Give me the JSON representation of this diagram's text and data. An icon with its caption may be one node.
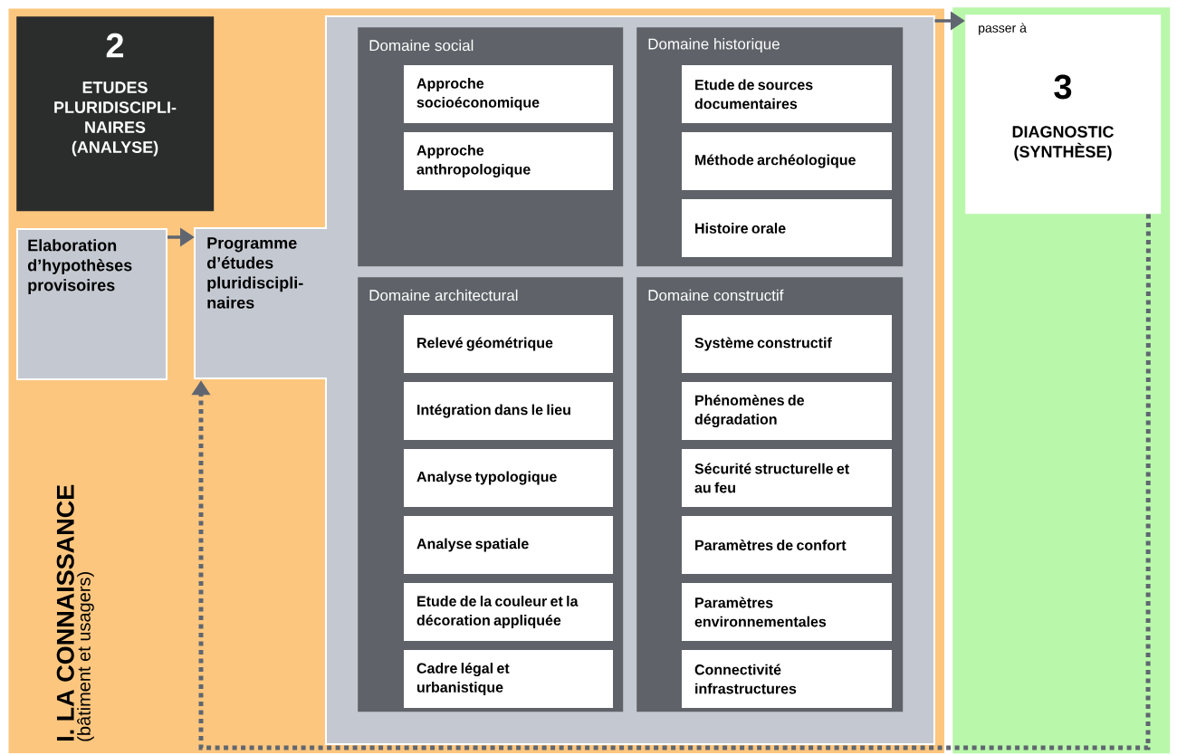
{
  "diagram": {
    "nodes": [
      {
        "text": [
          "I. LA CONNAISSANCE",
          "(bâtiment et usagers)"
        ]
      },
      {
        "text": [
          "2",
          "ETUDES PLURIDISCIPLI- NAIRES (ANALYSE)"
        ],
        "in": 0
      },
      {
        "text": [
          "Elaboration d’hypothèses provisoires"
        ],
        "in": 0
      },
      {
        "text": [
          "Programme d’études pluridiscipli- naires"
        ],
        "in": 0
      },
      {
        "text": [
          "Domaine social"
        ],
        "in": 3
      },
      {
        "text": [
          "Approche socioéconomique"
        ],
        "in": 4
      },
      {
        "text": [
          "Approche anthropologique"
        ],
        "in": 4
      },
      {
        "text": [
          "Domaine historique"
        ],
        "in": 3
      },
      {
        "text": [
          "Etude de sources documentaires"
        ],
        "in": 7
      },
      {
        "text": [
          "Méthode archéologique"
        ],
        "in": 7
      },
      {
        "text": [
          "Histoire orale"
        ],
        "in": 7
      },
      {
        "text": [
          "Domaine architectural"
        ],
        "in": 3
      },
      {
        "text": [
          "Relevé géométrique"
        ],
        "in": 11
      },
      {
        "text": [
          "Intégration dans le lieu"
        ],
        "in": 11
      },
      {
        "text": [
          "Analyse typologique"
        ],
        "in": 11
      },
      {
        "text": [
          "Analyse spatiale"
        ],
        "in": 11
      },
      {
        "text": [
          "Etude de la couleur et la décoration appliquée"
        ],
        "in": 11
      },
      {
        "text": [
          "Cadre légal et urbanistique"
        ],
        "in": 11
      },
      {
        "text": [
          "Domaine constructif"
        ],
        "in": 3
      },
      {
        "text": [
          "Système constructif"
        ],
        "in": 18
      },
      {
        "text": [
          "Phénomènes de dégradation"
        ],
        "in": 18
      },
      {
        "text": [
          "Sécurité structurelle et au feu"
        ],
        "in": 18
      },
      {
        "text": [
          "Paramètres de confort"
        ],
        "in": 18
      },
      {
        "text": [
          "Paramètres environnementales"
        ],
        "in": 18
      },
      {
        "text": [
          "Connectivité infrastructures"
        ],
        "in": 18
      },
      {
        "text": [],
        "shape": "box"
      },
      {
        "text": [
          "passer à",
          "3",
          "DIAGNOSTIC (SYNTHÈSE)"
        ],
        "in": 25
      }
    ],
    "edges": [
      {
        "from": 2,
        "to": 3,
        "arrow": "to"
      },
      {
        "from": 3,
        "to": 26,
        "arrow": "to"
      },
      {
        "from": 26,
        "to": 3,
        "arrow": "to",
        "style": "dashed"
      }
    ]
  }
}
